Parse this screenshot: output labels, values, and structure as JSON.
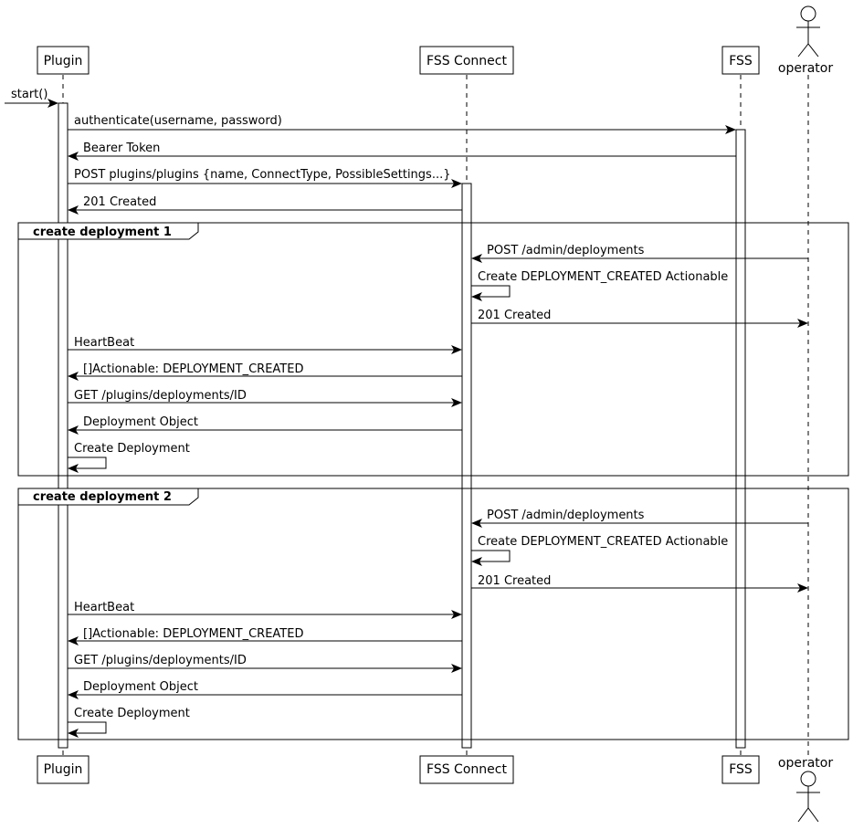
{
  "participants": [
    {
      "id": "plugin",
      "label": "Plugin",
      "kind": "box"
    },
    {
      "id": "fssconnect",
      "label": "FSS Connect",
      "kind": "box"
    },
    {
      "id": "fss",
      "label": "FSS",
      "kind": "box"
    },
    {
      "id": "operator",
      "label": "operator",
      "kind": "actor"
    }
  ],
  "messages": [
    {
      "id": "start",
      "from": "external",
      "to": "plugin",
      "label": "start()"
    },
    {
      "id": "authenticate",
      "from": "plugin",
      "to": "fss",
      "label": "authenticate(username, password)"
    },
    {
      "id": "bearer-token",
      "from": "fss",
      "to": "plugin",
      "label": "Bearer Token"
    },
    {
      "id": "post-plugins",
      "from": "plugin",
      "to": "fssconnect",
      "label": "POST plugins/plugins {name, ConnectType, PossibleSettings...}"
    },
    {
      "id": "post-plugins-created",
      "from": "fssconnect",
      "to": "plugin",
      "label": "201 Created"
    }
  ],
  "groups": [
    {
      "label": "create deployment 1",
      "messages": [
        {
          "from": "operator",
          "to": "fssconnect",
          "label": "POST /admin/deployments"
        },
        {
          "from": "fssconnect",
          "to": "fssconnect",
          "label": "Create DEPLOYMENT_CREATED Actionable"
        },
        {
          "from": "fssconnect",
          "to": "operator",
          "label": "201 Created"
        },
        {
          "from": "plugin",
          "to": "fssconnect",
          "label": "HeartBeat"
        },
        {
          "from": "fssconnect",
          "to": "plugin",
          "label": "[]Actionable: DEPLOYMENT_CREATED"
        },
        {
          "from": "plugin",
          "to": "fssconnect",
          "label": "GET /plugins/deployments/ID"
        },
        {
          "from": "fssconnect",
          "to": "plugin",
          "label": "Deployment Object"
        },
        {
          "from": "plugin",
          "to": "plugin",
          "label": "Create Deployment"
        }
      ]
    },
    {
      "label": "create deployment 2",
      "messages": [
        {
          "from": "operator",
          "to": "fssconnect",
          "label": "POST /admin/deployments"
        },
        {
          "from": "fssconnect",
          "to": "fssconnect",
          "label": "Create DEPLOYMENT_CREATED Actionable"
        },
        {
          "from": "fssconnect",
          "to": "operator",
          "label": "201 Created"
        },
        {
          "from": "plugin",
          "to": "fssconnect",
          "label": "HeartBeat"
        },
        {
          "from": "fssconnect",
          "to": "plugin",
          "label": "[]Actionable: DEPLOYMENT_CREATED"
        },
        {
          "from": "plugin",
          "to": "fssconnect",
          "label": "GET /plugins/deployments/ID"
        },
        {
          "from": "fssconnect",
          "to": "plugin",
          "label": "Deployment Object"
        },
        {
          "from": "plugin",
          "to": "plugin",
          "label": "Create Deployment"
        }
      ]
    }
  ]
}
